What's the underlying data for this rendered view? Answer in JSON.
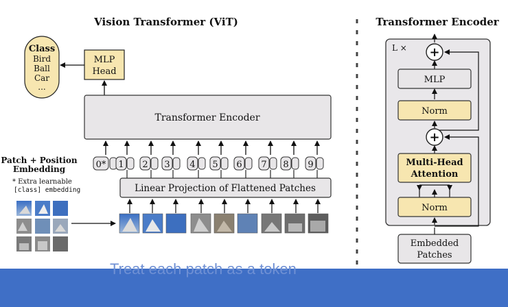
{
  "vit": {
    "title": "Vision Transformer (ViT)",
    "class_box": {
      "title": "Class",
      "items": [
        "Bird",
        "Ball",
        "Car",
        "..."
      ]
    },
    "mlp_head": [
      "MLP",
      "Head"
    ],
    "encoder_label": "Transformer Encoder",
    "embedding_label": [
      "Patch + Position",
      "Embedding"
    ],
    "extra_note": [
      "* Extra learnable",
      "[class] embedding"
    ],
    "tokens": [
      "0*",
      "1",
      "2",
      "3",
      "4",
      "5",
      "6",
      "7",
      "8",
      "9"
    ],
    "projection_label": "Linear Projection of Flattened Patches"
  },
  "encoder_detail": {
    "title": "Transformer Encoder",
    "repeat_label": "L ×",
    "plus_symbol": "+",
    "mlp": "MLP",
    "norm_top": "Norm",
    "attention": [
      "Multi-Head",
      "Attention"
    ],
    "norm_bottom": "Norm",
    "input": [
      "Embedded",
      "Patches"
    ]
  },
  "caption": "Treat each patch as a token",
  "colors": {
    "yellow_fill": "#f7e6b0",
    "gray_fill": "#e8e6e8",
    "pink_token": "#f4d3e0",
    "caption_bar": "#3f6fc6"
  }
}
